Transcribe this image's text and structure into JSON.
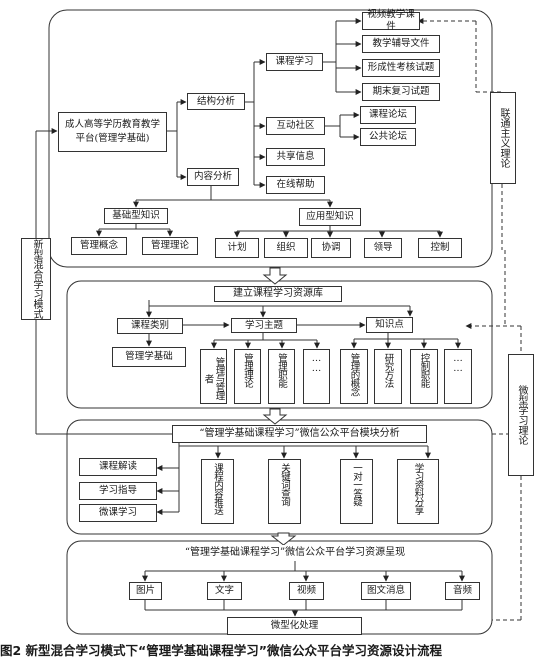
{
  "section1": {
    "platform": "成人高等学历教育教学平台(管理学基础)",
    "structure_analysis": "结构分析",
    "content_analysis": "内容分析",
    "course_learning": "课程学习",
    "course_items": [
      "视频教学课件",
      "教学辅导文件",
      "形成性考核试题",
      "期末复习试题"
    ],
    "interactive_community": "互动社区",
    "community_items": [
      "课程论坛",
      "公共论坛"
    ],
    "shared_info": "共享信息",
    "online_help": "在线帮助",
    "basic_knowledge": "基础型知识",
    "basic_items": [
      "管理概念",
      "管理理论"
    ],
    "applied_knowledge": "应用型知识",
    "applied_items": [
      "计划",
      "组织",
      "协调",
      "领导",
      "控制"
    ]
  },
  "section2": {
    "title": "建立课程学习资源库",
    "course_category": "课程类别",
    "course_basic": "管理学基础",
    "learning_topic": "学习主题",
    "topic_items": [
      "管理与管理者",
      "管理理论",
      "管理职能",
      "……"
    ],
    "knowledge_point": "知识点",
    "knowledge_items": [
      "管理的概念",
      "研究方法",
      "控制职能",
      "……"
    ]
  },
  "section3": {
    "title": "“管理学基础课程学习”微信公众平台模块分析",
    "left_items": [
      "课程解读",
      "学习指导",
      "微课学习"
    ],
    "columns": [
      "课程内容推送",
      "关键词查询",
      "一对一答疑",
      "学习资料分享"
    ]
  },
  "section4": {
    "title": "“管理学基础课程学习”微信公众平台学习资源呈现",
    "items": [
      "图片",
      "文字",
      "视频",
      "图文消息",
      "音频"
    ],
    "micro_processing": "微型化处理"
  },
  "side_labels": {
    "new_hybrid": "新型混合学习模式",
    "connectivism": "联通主义理论",
    "micro_learning": "微型学习理论"
  },
  "caption": "图2   新型混合学习模式下“管理学基础课程学习”微信公众平台学习资源设计流程"
}
